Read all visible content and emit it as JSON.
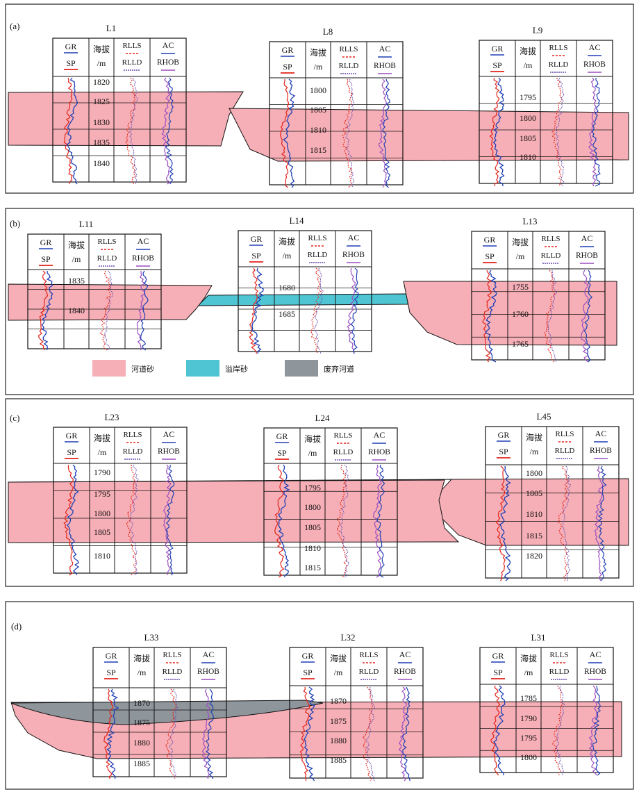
{
  "legend": {
    "channel_sand": "河道砂",
    "levee_sand": "溢岸砂",
    "abandoned_channel": "废弃河道"
  },
  "colors": {
    "channel_sand": "#F6AFB6",
    "levee_sand": "#4FC5D3",
    "abandoned_channel": "#8E959B",
    "gr": "#1F3FB5",
    "sp": "#E2231A",
    "rlls": "#E2231A",
    "rlld": "#6A4BB0",
    "ac": "#1F3FB5",
    "rhob": "#9A4FC0"
  },
  "track_headers": {
    "gr": "GR",
    "sp": "SP",
    "depth_top": "海拔",
    "depth_bottom": "/m",
    "rlls": "RLLS",
    "rlld": "RLLD",
    "ac": "AC",
    "rhob": "RHOB"
  },
  "panels": [
    {
      "label": "(a)",
      "wells": [
        {
          "name": "L1",
          "depths": [
            "1820",
            "1825",
            "1830",
            "1835",
            "1840"
          ]
        },
        {
          "name": "L8",
          "depths": [
            "1800",
            "1805",
            "1810",
            "1815"
          ]
        },
        {
          "name": "L9",
          "depths": [
            "1795",
            "1800",
            "1805",
            "1810"
          ]
        }
      ]
    },
    {
      "label": "(b)",
      "wells": [
        {
          "name": "L11",
          "depths": [
            "1835",
            "1840"
          ]
        },
        {
          "name": "L14",
          "depths": [
            "1680",
            "1685"
          ]
        },
        {
          "name": "L13",
          "depths": [
            "1755",
            "1760",
            "1765"
          ]
        }
      ]
    },
    {
      "label": "(c)",
      "wells": [
        {
          "name": "L23",
          "depths": [
            "1790",
            "1795",
            "1800",
            "1805",
            "1810"
          ]
        },
        {
          "name": "L24",
          "depths": [
            "1795",
            "1800",
            "1805",
            "1810",
            "1815"
          ]
        },
        {
          "name": "L45",
          "depths": [
            "1800",
            "1805",
            "1810",
            "1815",
            "1820"
          ]
        }
      ]
    },
    {
      "label": "(d)",
      "wells": [
        {
          "name": "L33",
          "depths": [
            "1870",
            "1875",
            "1880",
            "1885"
          ]
        },
        {
          "name": "L32",
          "depths": [
            "1870",
            "1875",
            "1880",
            "1885"
          ]
        },
        {
          "name": "L31",
          "depths": [
            "1785",
            "1790",
            "1795",
            "1800"
          ]
        }
      ]
    }
  ]
}
